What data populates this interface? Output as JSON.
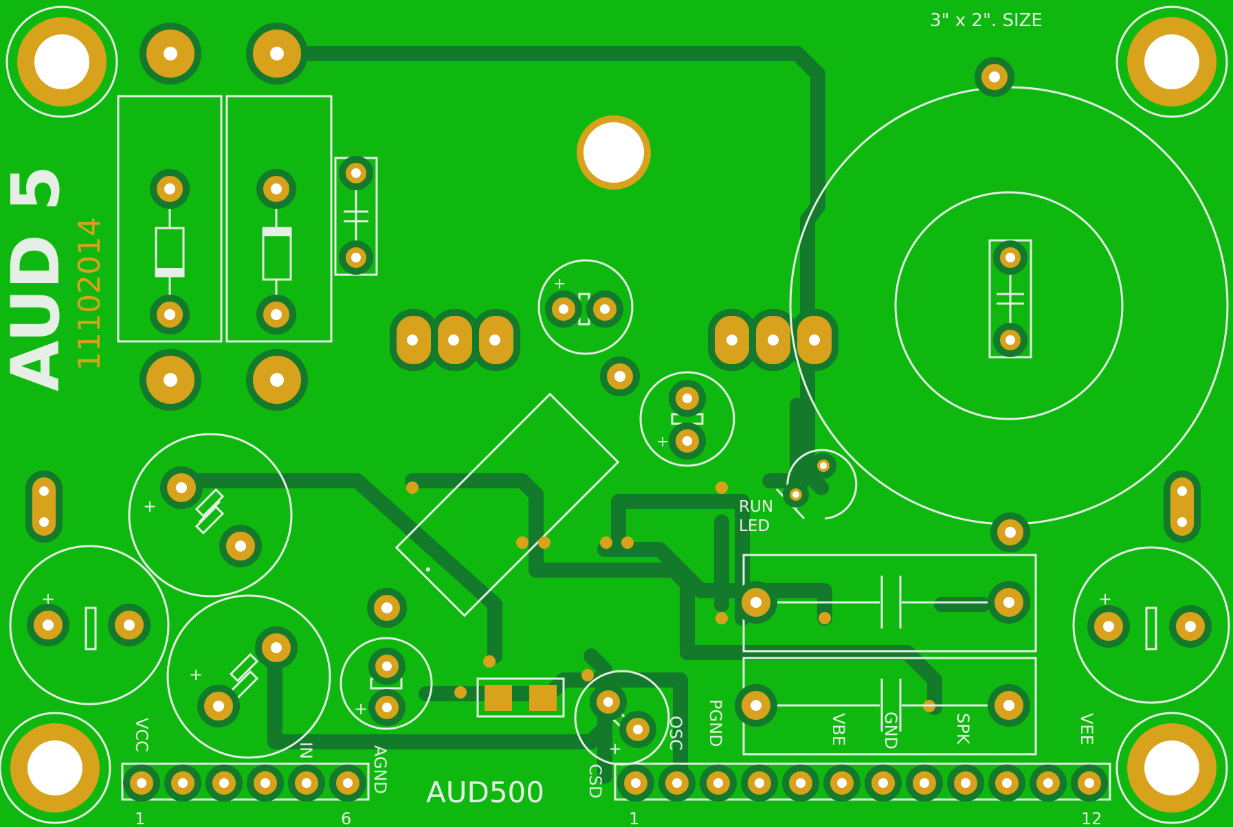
{
  "board": {
    "title": "AUD 5",
    "date": "11102014",
    "size_note": "3\" x 2\". SIZE",
    "part": "AUD500",
    "run_led": [
      "RUN",
      "LED"
    ],
    "left_header": {
      "labels": [
        "VCC",
        "IN",
        "AGND"
      ],
      "pin_first": "1",
      "pin_last": "6"
    },
    "right_header": {
      "labels": [
        "CSD",
        "OSC",
        "PGND",
        "VBE",
        "GND",
        "SPK",
        "VEE"
      ],
      "pin_first": "1",
      "pin_last": "12"
    },
    "plus_mark": "+"
  },
  "colors": {
    "board": "#0fb80f",
    "trace": "#127a2a",
    "pad": "#d8a21c",
    "silk": "#e6efe6"
  }
}
